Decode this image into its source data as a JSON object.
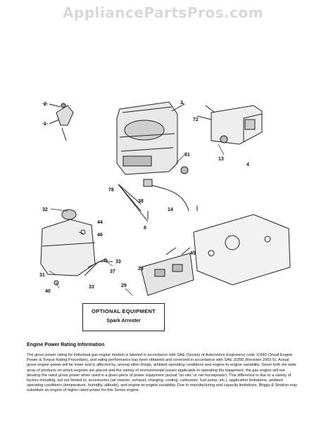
{
  "watermark": "AppliancePartsPros.com",
  "callouts": [
    "2",
    "1",
    "3",
    "72",
    "13",
    "4",
    "81",
    "78",
    "38",
    "14",
    "8",
    "32",
    "44",
    "46",
    "31",
    "37",
    "33",
    "40",
    "33",
    "45",
    "23",
    "29"
  ],
  "optional_equipment": {
    "title": "OPTIONAL EQUIPMENT",
    "item": "Spark Arrester"
  },
  "rating": {
    "heading": "Engine Power Rating Information",
    "body": "The gross power rating for individual gas engine models is labeled in accordance with SAE (Society of Automotive Engineers) code J1940 (Small Engine Power & Torque Rating Procedure), and rating performance has been obtained and corrected in accordance with SAE J1995 (Revision 2002-5). Actual gross engine power will be lower and is affected by, among other things, ambient operating conditions and engine-to-engine variability. Given both the wide array of products on which engines are placed and the variety of environmental issues applicable to operating the equipment, the gas engine will not develop the rated gross power when used in a given piece of power equipment (actual \"on-site\" or net horsepower). This difference is due to a variety of factors including, but not limited to, accessories (air cleaner, exhaust, charging, cooling, carburetor, fuel pump, etc.), application limitations, ambient operating conditions (temperature, humidity, altitude), and engine-to-engine variability. Due to manufacturing and capacity limitations, Briggs & Stratton may substitute an engine of higher rated power for this Series engine."
  }
}
